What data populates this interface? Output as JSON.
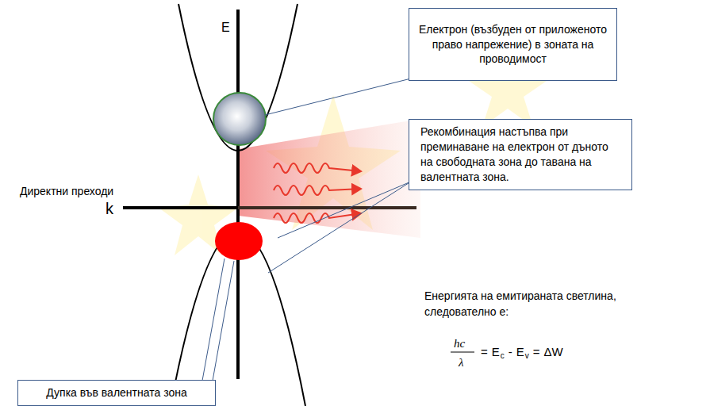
{
  "diagram": {
    "nodes": [
      {
        "text": [
          "Електрон (възбуден от приложеното право напрежение) в зоната на проводимост"
        ]
      },
      {
        "text": [
          "Рекомбинация настъпва при преминаване на електрон от дъното на свободната зона до тавана на валентната зона."
        ]
      },
      {
        "text": [
          "Дупка във валентната зона"
        ]
      }
    ],
    "labels": [
      "E",
      "k",
      "Директни преходи",
      "Енергията на емитираната светлина, следователно е:",
      "hc",
      "λ",
      "=",
      "E",
      "c",
      "-",
      "E",
      "v",
      "=",
      "ΔW"
    ]
  }
}
